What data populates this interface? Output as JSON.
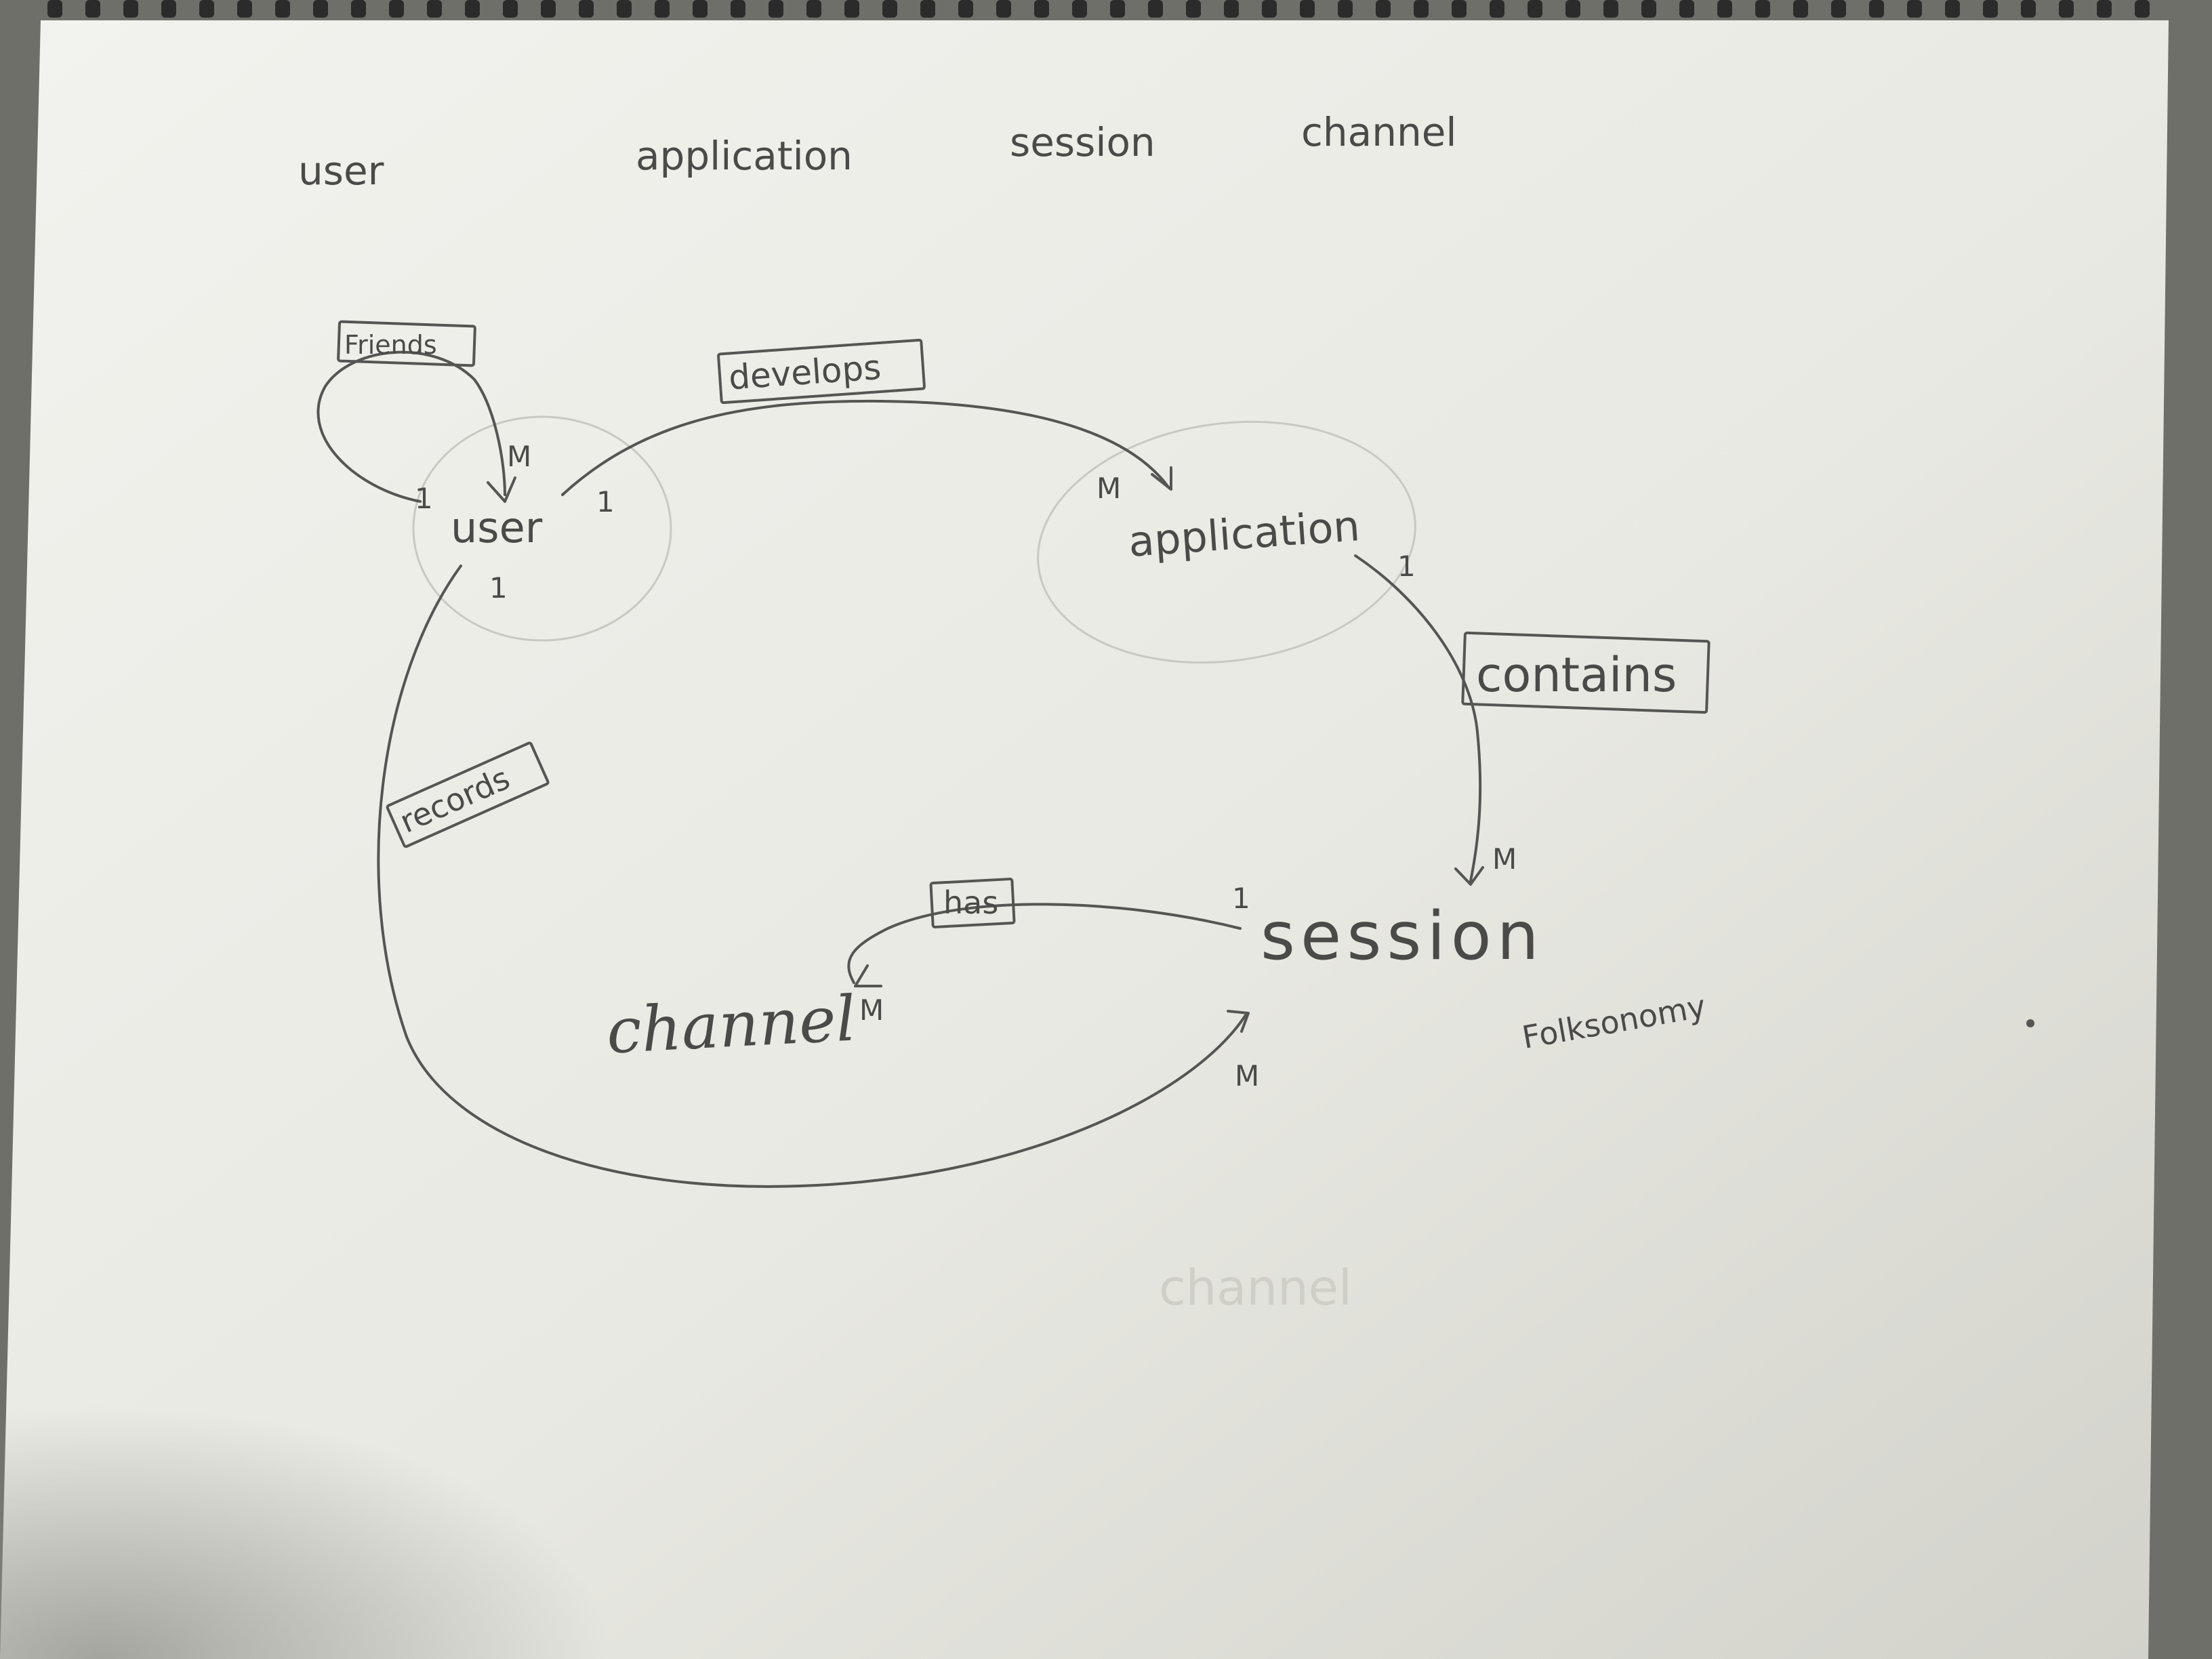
{
  "header_labels": [
    "user",
    "application",
    "session",
    "channel"
  ],
  "entities": {
    "user": "user",
    "application": "application",
    "session": "session",
    "channel": "channel"
  },
  "relationships": {
    "friends": "Friends",
    "develops": "develops",
    "contains": "contains",
    "records": "records",
    "has": "has"
  },
  "cardinalities": {
    "friends_from": "1",
    "friends_to": "M",
    "develops_from": "1",
    "develops_to": "M",
    "contains_from": "1",
    "contains_to": "M",
    "records_from": "1",
    "records_to": "M",
    "has_from": "1",
    "has_to": "M"
  },
  "annotations": {
    "folksonomy": "Folksonomy",
    "ghost_channel": "channel"
  }
}
